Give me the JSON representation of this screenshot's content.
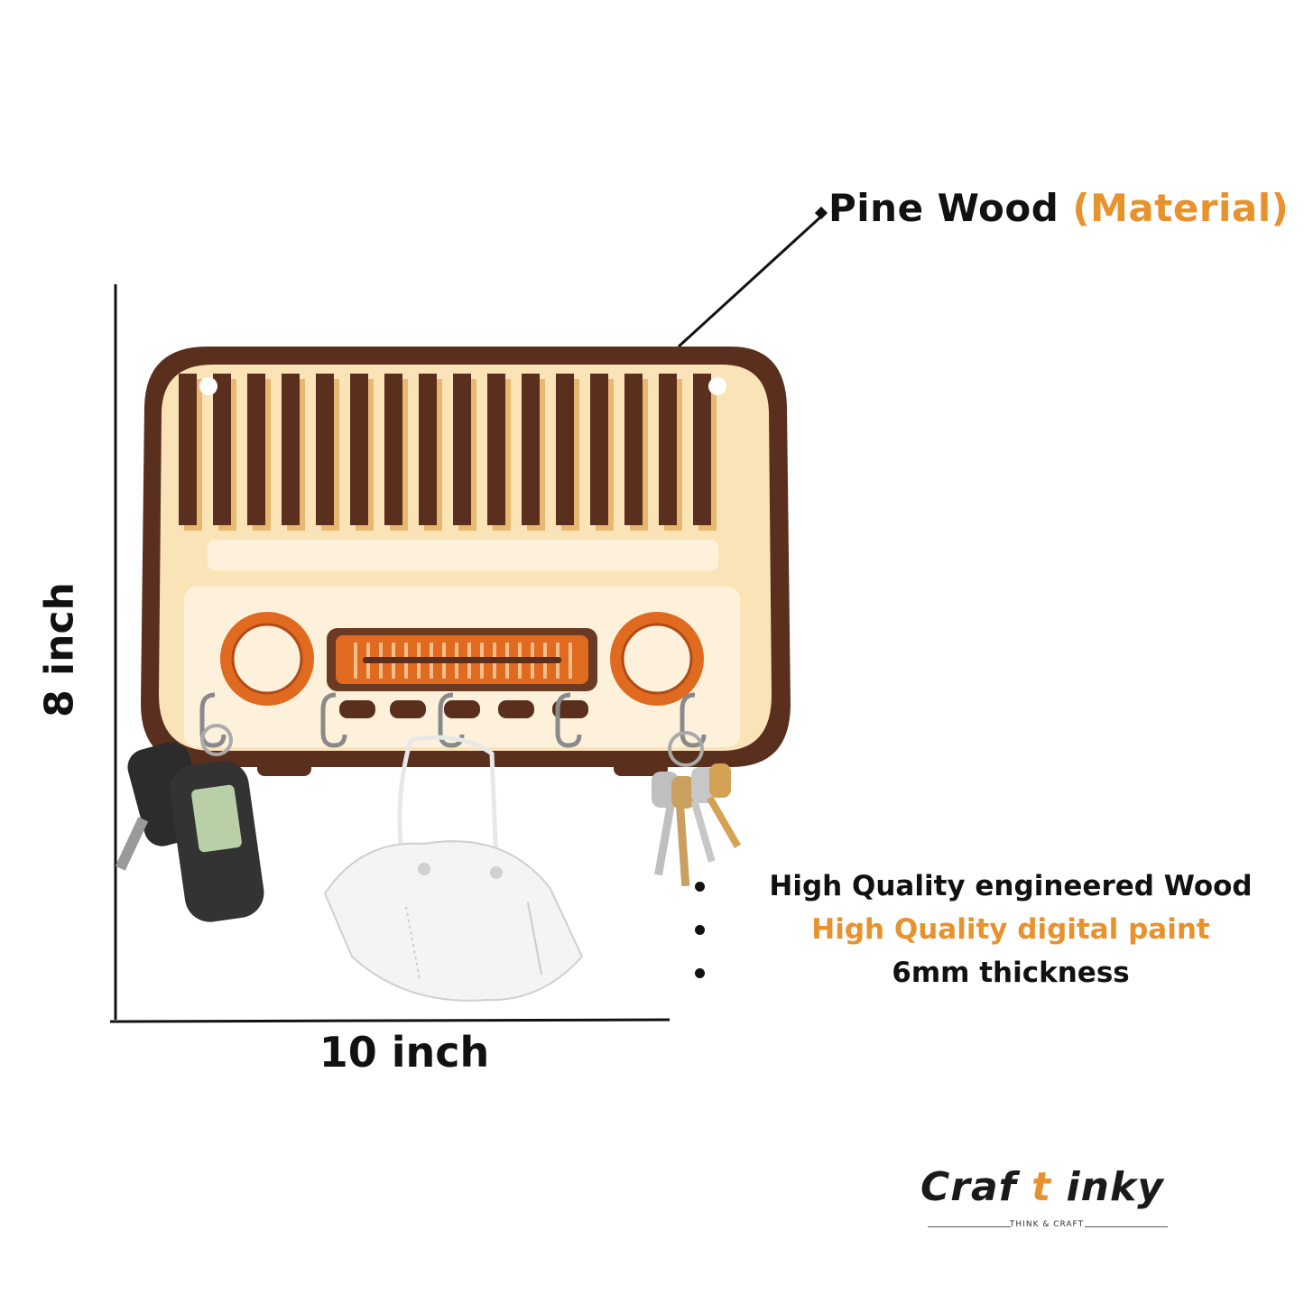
{
  "material": {
    "name": "Pine Wood",
    "qualifier": "(Material)"
  },
  "dimensions": {
    "height": "8 inch",
    "width": "10 inch"
  },
  "features": [
    {
      "text": "High Quality engineered Wood",
      "accent": false
    },
    {
      "text": "High Quality digital paint",
      "accent": true
    },
    {
      "text": "6mm thickness",
      "accent": false
    }
  ],
  "brand": {
    "name_part1": "Craf",
    "name_t": "t",
    "name_part2": "inky",
    "tagline": "THINK & CRAFT"
  },
  "colors": {
    "accent_orange": "#e8922e",
    "radio_brown": "#5a2f1e",
    "radio_cream": "#fbe3b8",
    "radio_orange": "#e06a1f",
    "text_dark": "#111111"
  }
}
